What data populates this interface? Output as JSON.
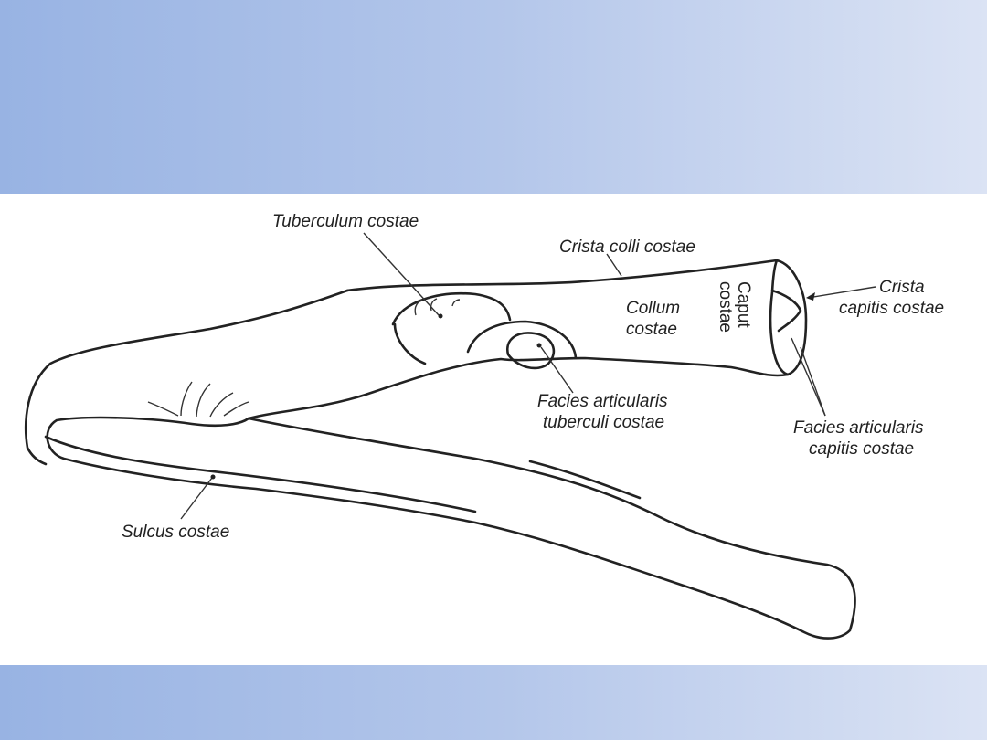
{
  "slide": {
    "background_colors": {
      "left": "#98b3e3",
      "right": "#dbe3f4"
    },
    "figure": {
      "subject": "rib",
      "labels": {
        "tuberculum": "Tuberculum costae",
        "crista_colli": "Crista colli costae",
        "crista_capitis_1": "Crista",
        "crista_capitis_2": "capitis costae",
        "collum_1": "Collum",
        "collum_2": "costae",
        "caput_1": "Caput",
        "caput_2": "costae",
        "facies_tub_1": "Facies articularis",
        "facies_tub_2": "tuberculi costae",
        "facies_cap_1": "Facies articularis",
        "facies_cap_2": "capitis costae",
        "sulcus": "Sulcus costae"
      }
    }
  }
}
